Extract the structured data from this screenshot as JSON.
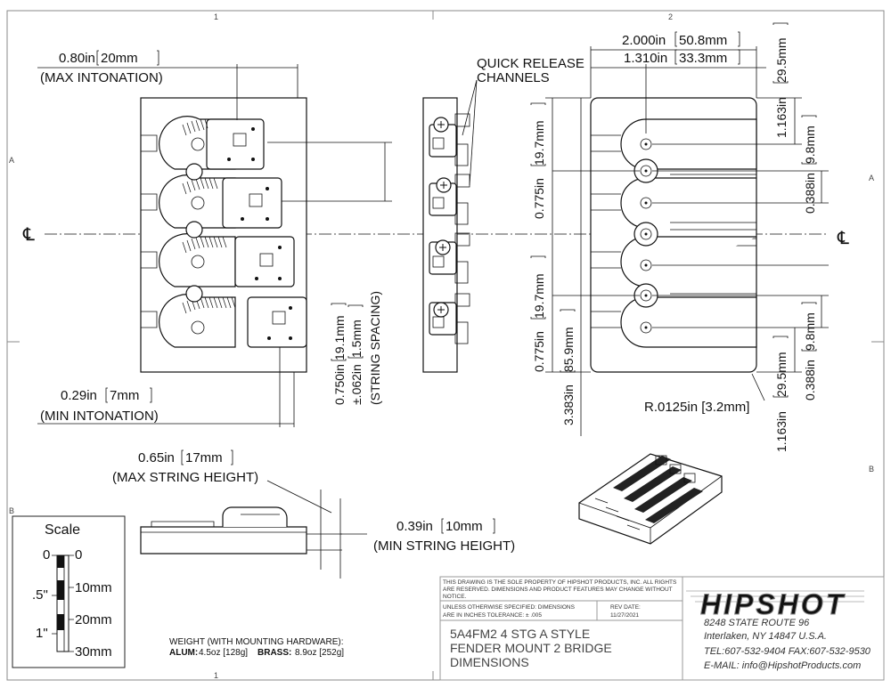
{
  "grid": {
    "columns": [
      "1",
      "2"
    ],
    "rows": [
      "A",
      "B"
    ]
  },
  "centerline_symbol": "℄",
  "top_view": {
    "max_intonation": {
      "value": "0.80in",
      "metric": "20mm",
      "label": "(MAX INTONATION)"
    },
    "min_intonation": {
      "value": "0.29in",
      "metric": "7mm",
      "label": "(MIN INTONATION)"
    },
    "string_spacing": {
      "value": "0.750in",
      "metric": "19.1mm",
      "tolerance": "±.062in",
      "tolerance_metric": "1.5mm",
      "label": "(STRING SPACING)"
    }
  },
  "side_view": {
    "callout_line1": "QUICK RELEASE",
    "callout_line2": "CHANNELS"
  },
  "bottom_view": {
    "overall_width": {
      "value": "2.000in",
      "metric": "50.8mm"
    },
    "hole_spacing": {
      "value": "1.310in",
      "metric": "33.3mm"
    },
    "top_offset": {
      "value": "1.163in",
      "metric": "29.5mm"
    },
    "top_pitch": {
      "value": "0.388in",
      "metric": "9.8mm"
    },
    "upper_span": {
      "value": "0.775in",
      "metric": "19.7mm"
    },
    "lower_span": {
      "value": "0.775in",
      "metric": "19.7mm"
    },
    "overall_length": {
      "value": "3.383in",
      "metric": "85.9mm"
    },
    "bottom_pitch": {
      "value": "0.388in",
      "metric": "9.8mm"
    },
    "bottom_offset": {
      "value": "1.163in",
      "metric": "29.5mm"
    },
    "radius": "R.0125in [3.2mm]"
  },
  "height_view": {
    "max_height": {
      "value": "0.65in",
      "metric": "17mm",
      "label": "(MAX STRING HEIGHT)"
    },
    "min_height": {
      "value": "0.39in",
      "metric": "10mm",
      "label": "(MIN STRING HEIGHT)"
    }
  },
  "scale": {
    "title": "Scale",
    "left_labels": [
      "0",
      ".5\"",
      "1\""
    ],
    "right_labels": [
      "0",
      "10mm",
      "20mm",
      "30mm"
    ]
  },
  "weight": {
    "heading": "WEIGHT (WITH MOUNTING HARDWARE):",
    "alum_label": "ALUM:",
    "alum_value": "4.5oz [128g]",
    "brass_label": "BRASS:",
    "brass_value": "8.9oz [252g]"
  },
  "title_block": {
    "notice_line1": "THIS DRAWING IS THE SOLE PROPERTY OF HIPSHOT PRODUCTS, INC. ALL RIGHTS",
    "notice_line2": "ARE RESERVED. DIMENSIONS AND PRODUCT FEATURES MAY CHANGE WITHOUT",
    "notice_line3": "NOTICE.",
    "unless_line1": "UNLESS OTHERWISE SPECIFIED: DIMENSIONS",
    "unless_line2": "ARE IN INCHES TOLERANCE: ± .005",
    "rev_label": "REV DATE:",
    "rev_date": "11/27/2021",
    "title_line1": "5A4FM2 4 STG A STYLE",
    "title_line2": "FENDER MOUNT 2 BRIDGE",
    "title_line3": "DIMENSIONS",
    "logo": "HIPSHOT",
    "address1": "8248 STATE ROUTE 96",
    "address2": "Interlaken, NY 14847 U.S.A.",
    "phone": "TEL:607-532-9404 FAX:607-532-9530",
    "email": "E-MAIL: info@HipshotProducts.com"
  }
}
